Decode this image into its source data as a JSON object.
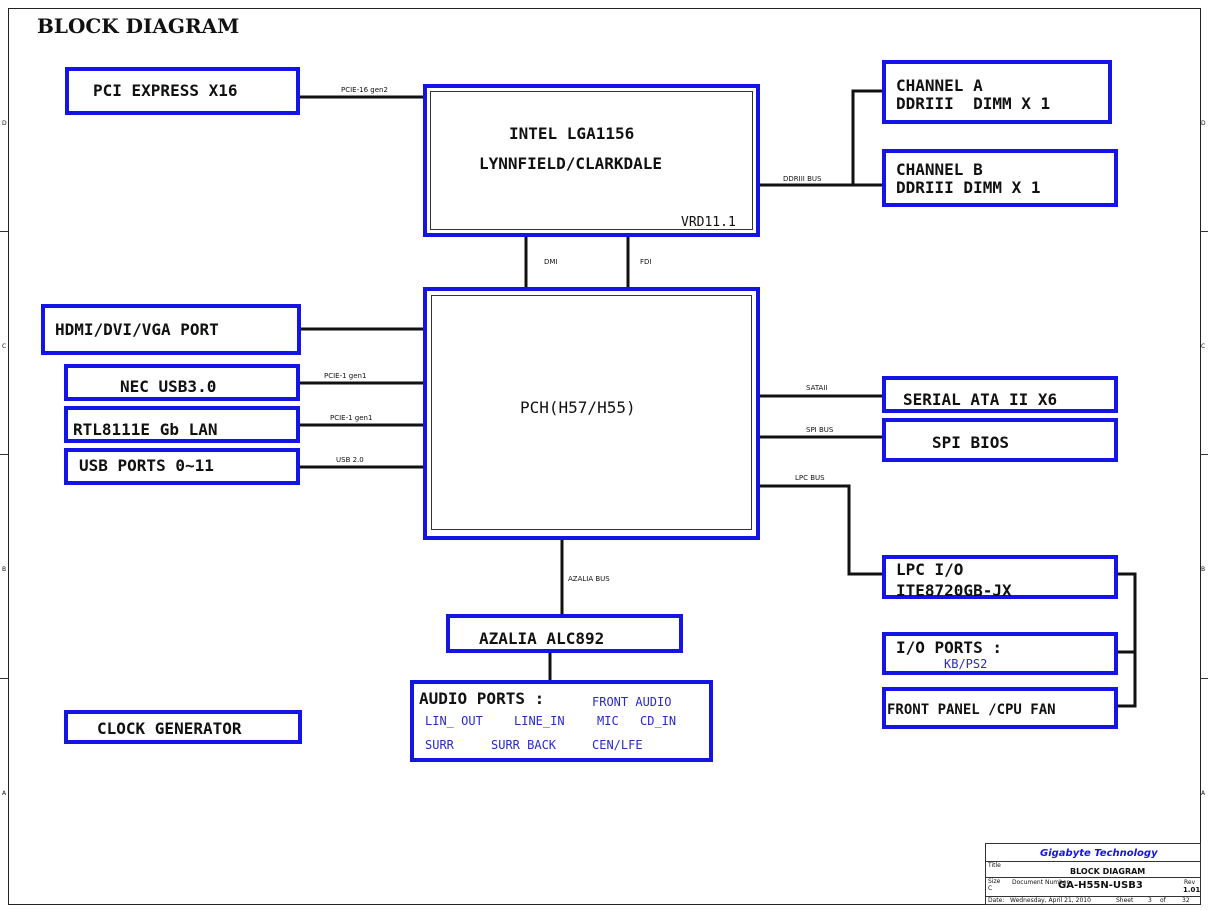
{
  "title": "BLOCK DIAGRAM",
  "accent_color": "#1414e6",
  "blocks": {
    "pcie": "PCI EXPRESS X16",
    "cpu_line1": "INTEL LGA1156",
    "cpu_line2": "LYNNFIELD/CLARKDALE",
    "cpu_vrd": "VRD11.1",
    "ch_a_line1": "CHANNEL A",
    "ch_a_line2": "DDRIII  DIMM X 1",
    "ch_b_line1": "CHANNEL B",
    "ch_b_line2": "DDRIII DIMM X 1",
    "hdmi": "HDMI/DVI/VGA PORT",
    "nec": "NEC USB3.0",
    "rtl": "RTL8111E Gb LAN",
    "usb": "USB PORTS 0~11",
    "pch": "PCH(H57/H55)",
    "sata": "SERIAL ATA II X6",
    "spi": "SPI BIOS",
    "lpc_line1": "LPC I/O",
    "lpc_line2": "ITE8720GB-JX",
    "io_ports": "I/O PORTS :",
    "io_kb": "KB/PS2",
    "front_panel": "FRONT PANEL /CPU FAN",
    "azalia": "AZALIA ALC892",
    "audio_title": "AUDIO PORTS :",
    "audio_front": "FRONT AUDIO",
    "audio_row1": [
      "LIN_ OUT",
      "LINE_IN",
      "MIC",
      "CD_IN"
    ],
    "audio_row2": [
      "SURR",
      "SURR BACK",
      "CEN/LFE"
    ],
    "clock": "CLOCK GENERATOR"
  },
  "buses": {
    "pcie16": "PCIE-16 gen2",
    "ddr": "DDRIII BUS",
    "dmi": "DMI",
    "fdi": "FDI",
    "pcie1_nec": "PCIE-1 gen1",
    "pcie1_rtl": "PCIE-1 gen1",
    "usb20": "USB 2.0",
    "sata": "SATAII",
    "spi": "SPI BUS",
    "lpc": "LPC BUS",
    "azalia": "AZALIA BUS"
  },
  "title_block": {
    "company": "Gigabyte Technology",
    "title_label": "Title",
    "doc_title": "BLOCK DIAGRAM",
    "size_label": "Size",
    "size_value": "C",
    "docnum_label": "Document Number",
    "docnum": "GA-H55N-USB3",
    "rev_label": "Rev",
    "rev": "1.01",
    "date_label": "Date:",
    "date": "Wednesday, April 21, 2010",
    "sheet_label": "Sheet",
    "sheet": "3",
    "of_label": "of",
    "total": "32"
  },
  "border_letters": [
    "D",
    "C",
    "B",
    "A"
  ]
}
